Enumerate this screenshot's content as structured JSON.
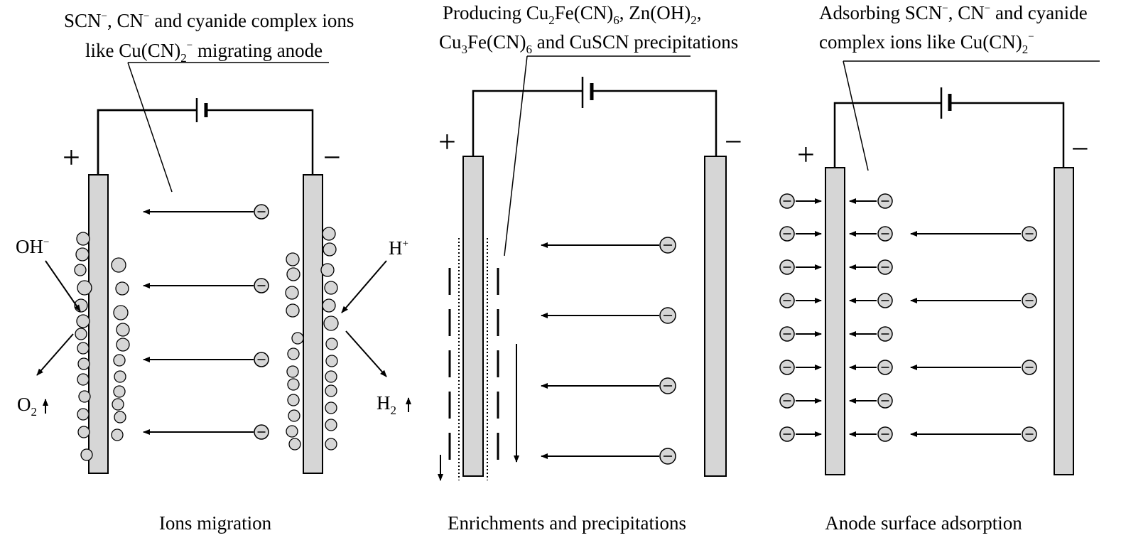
{
  "panels": [
    {
      "id": "ions-migration",
      "caption": "Ions migration",
      "annotation": {
        "line1": {
          "a": "SCN",
          "a_sup": "−",
          "b": ", CN",
          "b_sup": "−",
          "c": " and cyanide complex ions"
        },
        "line2": {
          "a": "like Cu(CN)",
          "a_sub": "2",
          "a_sup": "−",
          "b": " migrating anode"
        }
      },
      "anode_sign": "+",
      "cathode_sign": "−",
      "left_label": {
        "text": "OH",
        "sup": "−"
      },
      "left_product": {
        "text": "O",
        "sub": "2"
      },
      "right_label": {
        "text": "H",
        "sup": "+"
      },
      "right_product": {
        "text": "H",
        "sub": "2"
      },
      "ion_symbol": "−"
    },
    {
      "id": "enrichments-precipitations",
      "caption": "Enrichments and precipitations",
      "annotation": {
        "line1": {
          "a": "Producing Cu",
          "a_sub": "2",
          "b": "Fe(CN)",
          "b_sub": "6",
          "c": ", Zn(OH)",
          "c_sub": "2",
          "d": ","
        },
        "line2": {
          "a": "Cu",
          "a_sub": "3",
          "b": "Fe(CN)",
          "b_sub": "6",
          "c": " and CuSCN precipitations"
        }
      },
      "anode_sign": "+",
      "cathode_sign": "−"
    },
    {
      "id": "anode-surface-adsorption",
      "caption": "Anode surface adsorption",
      "annotation": {
        "line1": {
          "a": "Adsorbing SCN",
          "a_sup": "−",
          "b": ", CN",
          "b_sup": "−",
          "c": " and cyanide"
        },
        "line2": {
          "a": "complex ions like Cu(CN)",
          "a_sub": "2",
          "a_sup": "−"
        }
      },
      "anode_sign": "+",
      "cathode_sign": "−"
    }
  ]
}
